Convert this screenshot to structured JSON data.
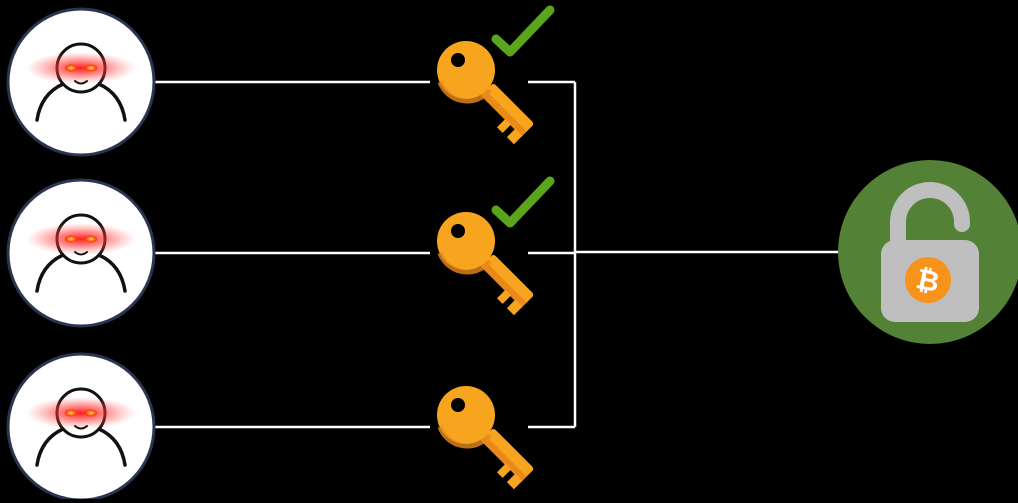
{
  "diagram": {
    "type": "multisig-wallet",
    "signers": [
      {
        "id": "signer-1",
        "key_signed": true
      },
      {
        "id": "signer-2",
        "key_signed": true
      },
      {
        "id": "signer-3",
        "key_signed": false
      }
    ],
    "lock": {
      "state": "unlocked",
      "currency_symbol": "₿"
    },
    "colors": {
      "background": "#000000",
      "line": "#ffffff",
      "avatar_fill": "#ffffff",
      "avatar_border": "#2a3550",
      "eye_glow": "#ff2a2a",
      "key_body": "#f7a51e",
      "key_shade": "#e8891a",
      "check": "#5aa51c",
      "lock_circle": "#538135",
      "lock_body": "#bfbfbf",
      "coin": "#f7931a"
    },
    "icons": [
      "signer-avatar-icon",
      "key-icon",
      "checkmark-icon",
      "open-padlock-icon",
      "bitcoin-icon"
    ]
  }
}
